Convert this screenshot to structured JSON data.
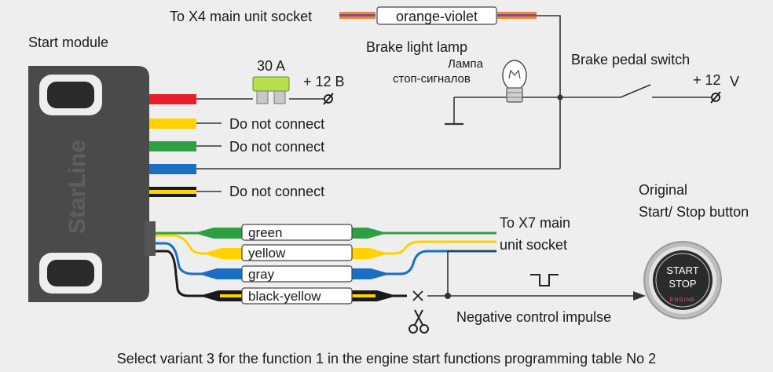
{
  "labels": {
    "x4_socket": "To X4 main unit socket",
    "orange_violet": "orange-violet",
    "start_module": "Start module",
    "brake_light_lamp": "Brake light lamp",
    "lamp_ru_1": "Лампа",
    "lamp_ru_2": "стоп-сигналов",
    "brake_pedal_switch": "Brake pedal switch",
    "fuse": "30 A",
    "plus12b": "+ 12 В",
    "plus12v": "+ 12",
    "plus12v_unit": "V",
    "dnc1": "Do not connect",
    "dnc2": "Do not connect",
    "dnc3": "Do not connect",
    "brand": "StarLine",
    "original_1": "Original",
    "original_2": "Start/ Stop button",
    "x7_1": "To X7 main",
    "x7_2": "unit socket",
    "wire_green": "green",
    "wire_yellow": "yellow",
    "wire_gray": "gray",
    "wire_black_yellow": "black-yellow",
    "impulse": "Negative control impulse",
    "button_start": "START",
    "button_stop": "STOP",
    "button_engine": "ENGINE",
    "footer": "Select variant 3 for the function 1 in the engine start functions programming table No 2"
  },
  "icons": [
    "fuse-icon",
    "bulb-icon",
    "switch-icon",
    "ground-icon",
    "scissors-icon",
    "cut-mark-icon",
    "pulse-icon",
    "arrow-icon"
  ],
  "colors": {
    "background": "#eeeeee",
    "module": "#4a4a4a",
    "red": "#e5202a",
    "yellow": "#ffd200",
    "green": "#2ea043",
    "blue": "#1a6fc2",
    "black": "#1a1a1a",
    "orange": "#f08a24",
    "violet": "#7a4fa0",
    "gray_wire": "#2b5fa8"
  }
}
